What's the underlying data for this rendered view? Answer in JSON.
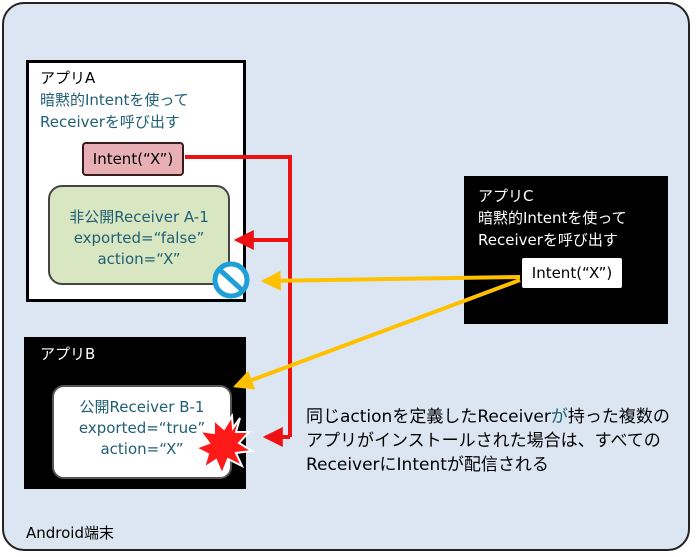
{
  "device": {
    "label": "Android端末"
  },
  "app_a": {
    "title": "アプリA",
    "description_line1": "暗黙的Intentを使って",
    "description_line2": "Receiverを呼び出す",
    "intent": "Intent(“X”)",
    "receiver": {
      "name": "非公開Receiver A-1",
      "exported": "exported=“false”",
      "action": "action=“X”"
    }
  },
  "app_b": {
    "title": "アプリB",
    "receiver": {
      "name": "公開Receiver B-1",
      "exported": "exported=“true”",
      "action": "action=“X”"
    }
  },
  "app_c": {
    "title": "アプリC",
    "description_line1": "暗黙的Intentを使って",
    "description_line2": "Receiverを呼び出す",
    "intent": "Intent(“X”)"
  },
  "note": {
    "part1": "同じactionを定義したReceiver",
    "part2": "が",
    "part3": "持った複数のアプリがインストールされた場合は、すべてのReceiverにIntentが配信される"
  },
  "colors": {
    "red_arrow": "#ee1111",
    "orange_arrow": "#ffc000",
    "block_icon": "#1e9fd8"
  },
  "icons": {
    "blocked": "no-entry-icon",
    "explosion": "explosion-icon"
  }
}
